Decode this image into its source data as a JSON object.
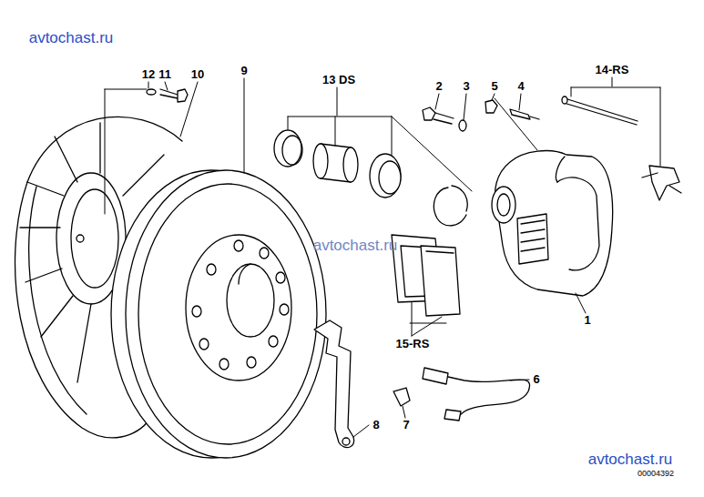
{
  "diagram": {
    "labels": [
      "avtochast.ru",
      "12",
      "11",
      "10",
      "9",
      "13 DS",
      "2",
      "3",
      "5",
      "4",
      "14-RS",
      "avtochast.ru",
      "1",
      "15-RS",
      "6",
      "8",
      "7",
      "avtochast.ru",
      "00004392"
    ]
  }
}
